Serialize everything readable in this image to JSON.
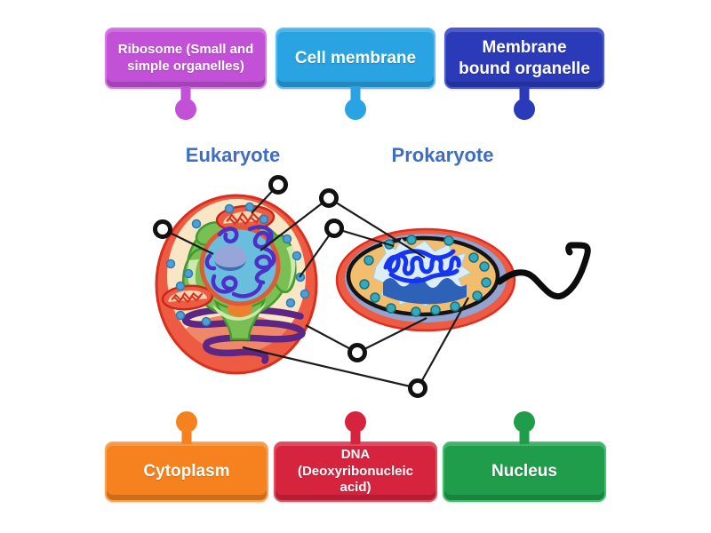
{
  "headings": {
    "left": "Eukaryote",
    "right": "Prokaryote"
  },
  "labels": {
    "top": [
      {
        "text": "Ribosome (Small and\nsimple organelles)",
        "colors": {
          "body": "#c351d8",
          "light": "#d77ce7",
          "dark": "#a93cc0"
        }
      },
      {
        "text": "Cell membrane",
        "colors": {
          "body": "#29a3e2",
          "light": "#5cc0f0",
          "dark": "#1787c4"
        }
      },
      {
        "text": "Membrane\nbound organelle",
        "colors": {
          "body": "#2b3ab9",
          "light": "#4a5ad0",
          "dark": "#1f2b96"
        }
      }
    ],
    "bottom": [
      {
        "text": "Cytoplasm",
        "colors": {
          "body": "#f5821f",
          "light": "#f9a553",
          "dark": "#d96a0e"
        }
      },
      {
        "text": "DNA\n(Deoxyribonucleic\nacid)",
        "colors": {
          "body": "#d6243f",
          "light": "#e25068",
          "dark": "#b5172f"
        }
      },
      {
        "text": "Nucleus",
        "colors": {
          "body": "#1f9d4b",
          "light": "#42c172",
          "dark": "#157a38"
        }
      }
    ]
  },
  "diagram": {
    "heading_color": "#3e6dc2",
    "answer_point_count": 6
  }
}
